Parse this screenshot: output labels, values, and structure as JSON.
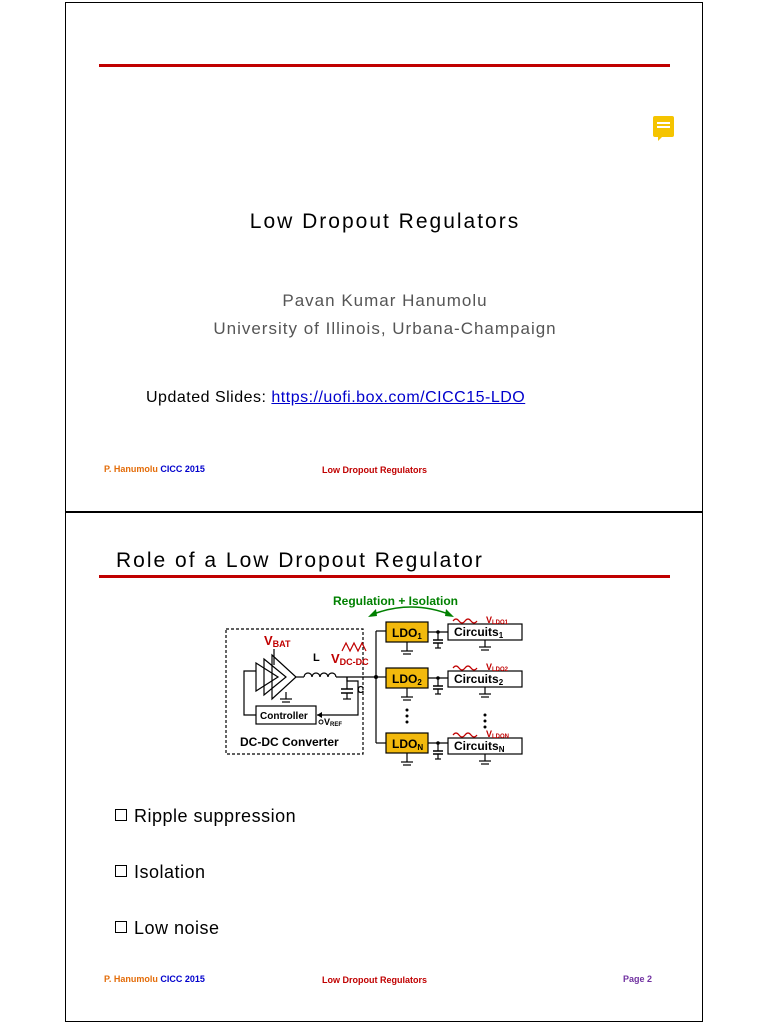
{
  "slide1": {
    "title": "Low Dropout Regulators",
    "author": "Pavan Kumar Hanumolu",
    "affiliation": "University of Illinois, Urbana-Champaign",
    "updated_label": "Updated Slides: ",
    "updated_link": "https://uofi.box.com/CICC15-LDO"
  },
  "footer": {
    "author": "P. Hanumolu",
    "conference": "CICC 2015",
    "topic": "Low Dropout Regulators",
    "page": "Page 2"
  },
  "slide2": {
    "title": "Role of a Low Dropout Regulator",
    "bullets": [
      "Ripple suppression",
      "Isolation",
      "Low noise"
    ],
    "diagram": {
      "header": "Regulation + Isolation",
      "vbat": "V",
      "vbat_sub": "BAT",
      "inductor": "L",
      "vdcdc": "V",
      "vdcdc_sub": "DC-DC",
      "cap": "C",
      "controller": "Controller",
      "vref": "V",
      "vref_sub": "REF",
      "converter": "DC-DC Converter",
      "ldo": "LDO",
      "ldo_subs": [
        "1",
        "2",
        "N"
      ],
      "circuits": "Circuits",
      "vldo": "V",
      "vldo_subs": [
        "LDO1",
        "LDO2",
        "LDON"
      ]
    }
  },
  "colors": {
    "accent_red": "#c00000",
    "ldo_fill": "#f2b90c",
    "green": "#008000",
    "link_blue": "#0000cc",
    "footer_orange": "#e36c09",
    "footer_purple": "#7030a0"
  }
}
